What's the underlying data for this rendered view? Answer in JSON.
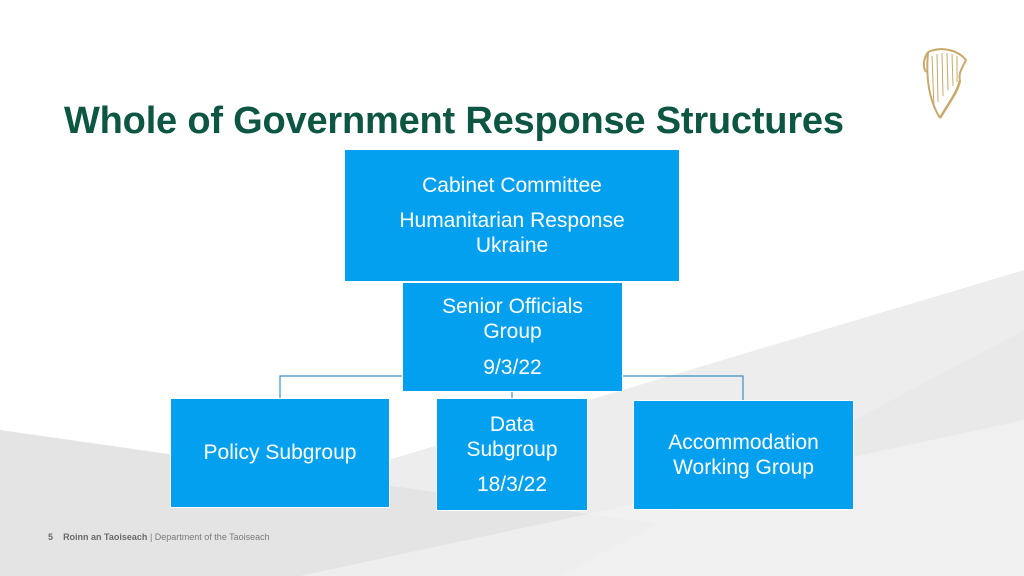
{
  "slide": {
    "title": "Whole of Government Response Structures",
    "accent_color": "#0e5644",
    "box_color": "#04a0f0"
  },
  "org_chart": {
    "cabinet": {
      "line1": "Cabinet Committee",
      "line2": "Humanitarian Response",
      "line3": "Ukraine"
    },
    "senior": {
      "line1": "Senior Officials",
      "line2": "Group",
      "date": "9/3/22"
    },
    "policy": {
      "label": "Policy Subgroup"
    },
    "data": {
      "line1": "Data",
      "line2": "Subgroup",
      "date": "18/3/22"
    },
    "accommodation": {
      "line1": "Accommodation",
      "line2": "Working Group"
    }
  },
  "footer": {
    "page_number": "5",
    "org_irish": "Roinn an Taoiseach",
    "separator": " | ",
    "org_english": "Department of the Taoiseach"
  },
  "logo": {
    "icon": "harp-icon"
  }
}
